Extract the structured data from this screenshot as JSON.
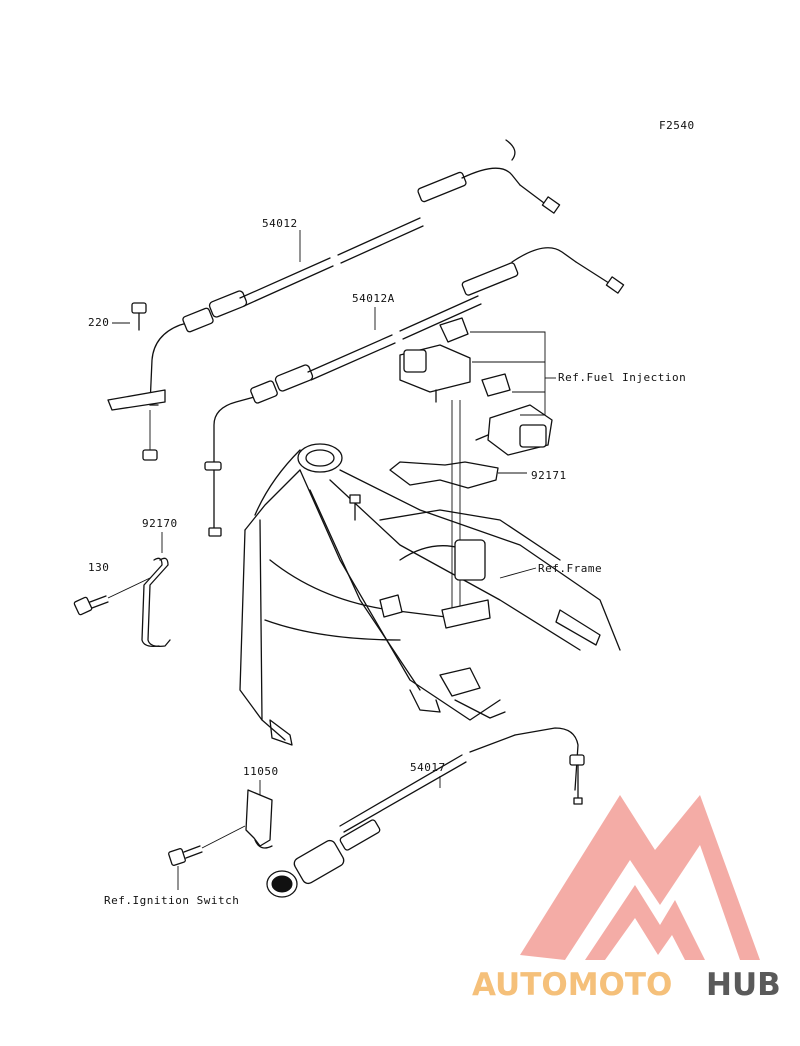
{
  "figure_code": "F2540",
  "part_labels": {
    "p54012": "54012",
    "p54012A": "54012A",
    "p220": "220",
    "p92170": "92170",
    "p130": "130",
    "p92171": "92171",
    "p54017": "54017",
    "p11050": "11050"
  },
  "reference_labels": {
    "fuel_injection": "Ref.Fuel Injection",
    "frame": "Ref.Frame",
    "ignition_switch": "Ref.Ignition Switch"
  },
  "watermark": {
    "text_part1": "AUTOMOTO",
    "text_part2": "HUB",
    "color_accent": "#f4a6a0",
    "color_light": "#f5c07a",
    "color_dark": "#5a5a5a"
  }
}
